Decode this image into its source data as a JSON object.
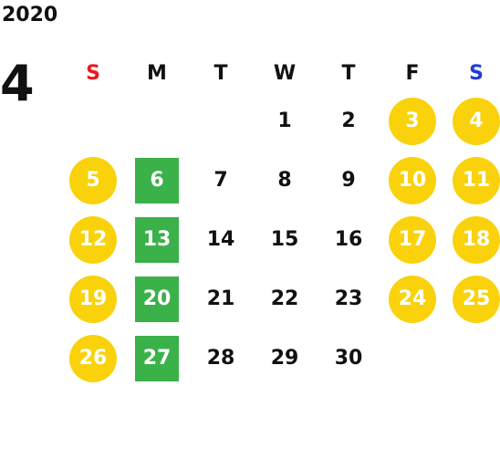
{
  "year": "2020",
  "month": "4",
  "colors": {
    "sunday": "#e8181d",
    "saturday": "#1f3fd1",
    "weekday": "#111111",
    "holiday_circle": "#f9d20c",
    "marked_square": "#3bb14a",
    "highlight_text": "#ffffff"
  },
  "weekdays": [
    "S",
    "M",
    "T",
    "W",
    "T",
    "F",
    "S"
  ],
  "weeks": [
    [
      {
        "day": "",
        "style": "empty"
      },
      {
        "day": "",
        "style": "empty"
      },
      {
        "day": "",
        "style": "empty"
      },
      {
        "day": "1",
        "style": "plain"
      },
      {
        "day": "2",
        "style": "plain"
      },
      {
        "day": "3",
        "style": "holiday"
      },
      {
        "day": "4",
        "style": "holiday"
      }
    ],
    [
      {
        "day": "5",
        "style": "holiday"
      },
      {
        "day": "6",
        "style": "marked"
      },
      {
        "day": "7",
        "style": "plain"
      },
      {
        "day": "8",
        "style": "plain"
      },
      {
        "day": "9",
        "style": "plain"
      },
      {
        "day": "10",
        "style": "holiday"
      },
      {
        "day": "11",
        "style": "holiday"
      }
    ],
    [
      {
        "day": "12",
        "style": "holiday"
      },
      {
        "day": "13",
        "style": "marked"
      },
      {
        "day": "14",
        "style": "plain"
      },
      {
        "day": "15",
        "style": "plain"
      },
      {
        "day": "16",
        "style": "plain"
      },
      {
        "day": "17",
        "style": "holiday"
      },
      {
        "day": "18",
        "style": "holiday"
      }
    ],
    [
      {
        "day": "19",
        "style": "holiday"
      },
      {
        "day": "20",
        "style": "marked"
      },
      {
        "day": "21",
        "style": "plain"
      },
      {
        "day": "22",
        "style": "plain"
      },
      {
        "day": "23",
        "style": "plain"
      },
      {
        "day": "24",
        "style": "holiday"
      },
      {
        "day": "25",
        "style": "holiday"
      }
    ],
    [
      {
        "day": "26",
        "style": "holiday"
      },
      {
        "day": "27",
        "style": "marked"
      },
      {
        "day": "28",
        "style": "plain"
      },
      {
        "day": "29",
        "style": "plain"
      },
      {
        "day": "30",
        "style": "plain"
      },
      {
        "day": "",
        "style": "empty"
      },
      {
        "day": "",
        "style": "empty"
      }
    ]
  ]
}
